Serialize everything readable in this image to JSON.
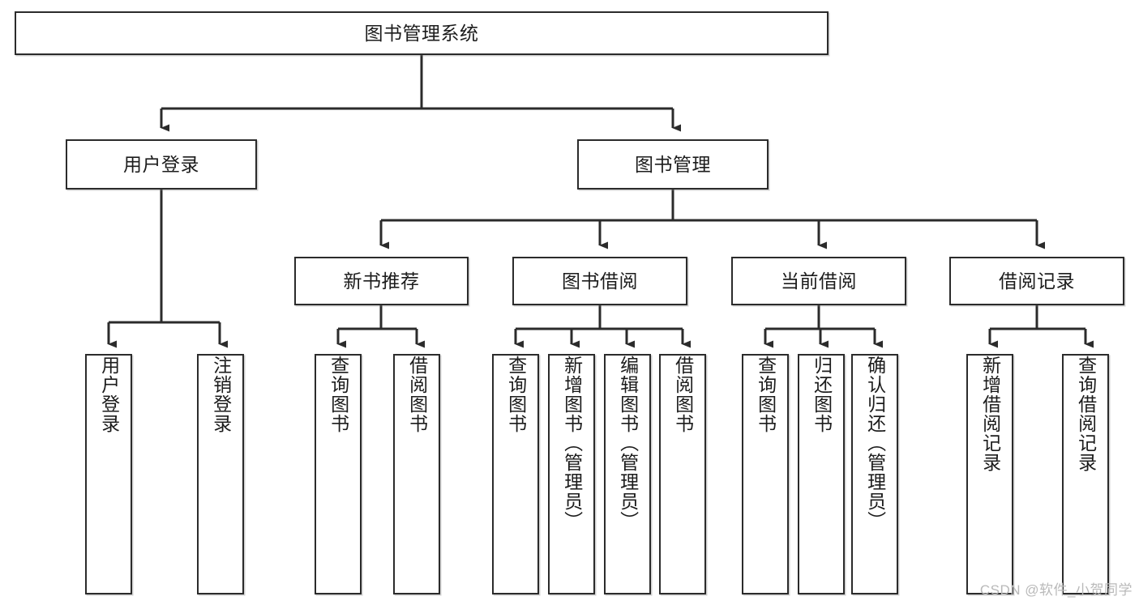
{
  "diagram": {
    "title": "图书管理系统",
    "watermark": "CSDN @软件_小贺同学",
    "line_color": "#2b2b2b",
    "box_fill": "#ffffff",
    "text_color": "#1c1c1c",
    "root": {
      "label": "图书管理系统"
    },
    "level2": [
      {
        "label": "用户登录"
      },
      {
        "label": "图书管理"
      }
    ],
    "level3": [
      {
        "label": "新书推荐"
      },
      {
        "label": "图书借阅"
      },
      {
        "label": "当前借阅"
      },
      {
        "label": "借阅记录"
      }
    ],
    "leaves": {
      "user_login": [
        {
          "label": "用户登录"
        },
        {
          "label": "注销登录"
        }
      ],
      "new_book_recommend": [
        {
          "label": "查询图书"
        },
        {
          "label": "借阅图书"
        }
      ],
      "book_borrow": [
        {
          "label": "查询图书"
        },
        {
          "label": "新增图书（管理员）"
        },
        {
          "label": "编辑图书（管理员）"
        },
        {
          "label": "借阅图书"
        }
      ],
      "current_borrow": [
        {
          "label": "查询图书"
        },
        {
          "label": "归还图书"
        },
        {
          "label": "确认归还（管理员）"
        }
      ],
      "borrow_record": [
        {
          "label": "新增借阅记录"
        },
        {
          "label": "查询借阅记录"
        }
      ]
    }
  }
}
